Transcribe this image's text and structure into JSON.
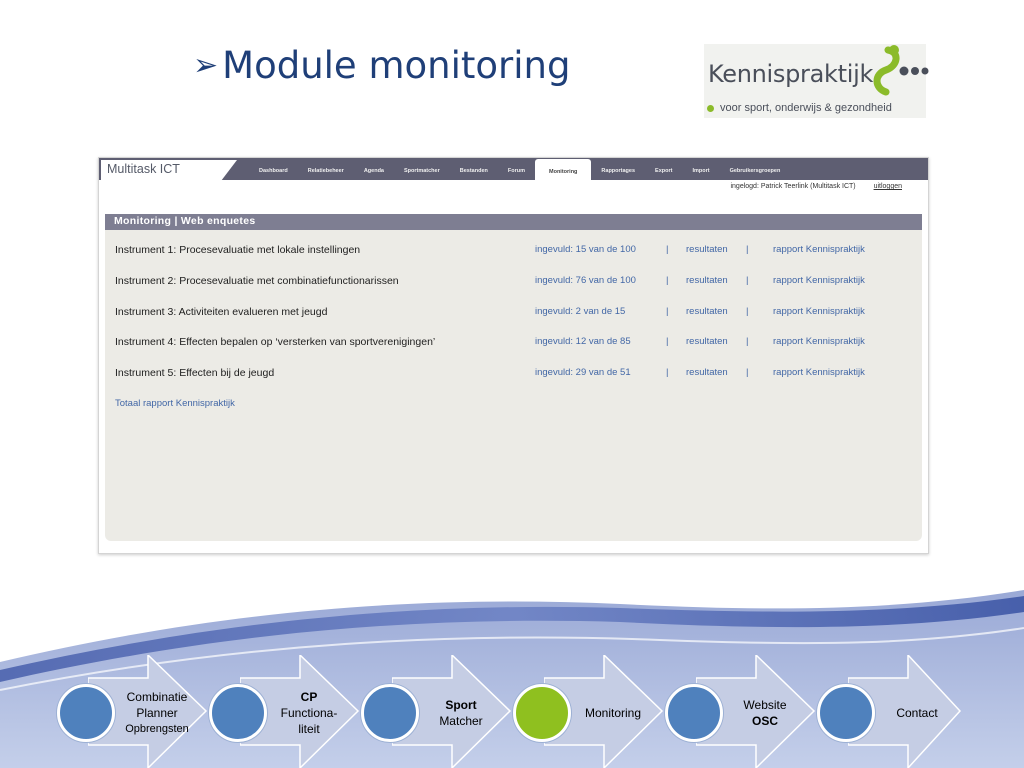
{
  "slide": {
    "title_arrow": "➢",
    "title": "Module monitoring"
  },
  "logo": {
    "name": "Kennispraktijk",
    "tagline": "voor sport, onderwijs & gezondheid",
    "colors": {
      "green": "#8bbb2a",
      "gray": "#4a4f5a"
    }
  },
  "app": {
    "brand": "Multitask ICT",
    "nav": [
      "Dashboard",
      "Relatiebeheer",
      "Agenda",
      "Sportmatcher",
      "Bestanden",
      "Forum",
      "Monitoring",
      "Rapportages",
      "Export",
      "Import",
      "Gebruikersgroepen"
    ],
    "active_nav": "Monitoring",
    "user": "ingelogd: Patrick Teerlink (Multitask ICT)",
    "logout": "uitloggen"
  },
  "panel": {
    "header": "Monitoring | Web enquetes",
    "separator": "|",
    "instruments": [
      {
        "title": "Instrument 1: Procesevaluatie met lokale instellingen",
        "ingevuld": "ingevuld: 15  van de 100",
        "results": "resultaten",
        "report": "rapport Kennispraktijk"
      },
      {
        "title": "Instrument 2: Procesevaluatie met combinatiefunctionarissen",
        "ingevuld": "ingevuld: 76  van de 100",
        "results": "resultaten",
        "report": "rapport Kennispraktijk"
      },
      {
        "title": "Instrument 3: Activiteiten evalueren met jeugd",
        "ingevuld": "ingevuld:  2  van de   15",
        "results": "resultaten",
        "report": "rapport Kennispraktijk"
      },
      {
        "title": "Instrument 4: Effecten bepalen op ‘versterken van sportverenigingen’",
        "ingevuld": "ingevuld: 12  van de  85",
        "results": "resultaten",
        "report": "rapport Kennispraktijk"
      },
      {
        "title": "Instrument 5: Effecten bij de  jeugd",
        "ingevuld": "ingevuld: 29  van de   51",
        "results": "resultaten",
        "report": "rapport Kennispraktijk"
      }
    ],
    "total_report": "Totaal rapport Kennispraktijk"
  },
  "process_steps": [
    {
      "line1": "Combinatie",
      "line2": "Planner",
      "line3": "Opbrengsten",
      "bold": "",
      "active": false
    },
    {
      "line1": "",
      "line2": "Functiona-",
      "line3": "liteit",
      "bold": "CP",
      "active": false
    },
    {
      "line1": "",
      "line2": "Matcher",
      "line3": "",
      "bold": "Sport",
      "active": false
    },
    {
      "line1": "Monitoring",
      "line2": "",
      "line3": "",
      "bold": "",
      "active": true
    },
    {
      "line1": "Website",
      "line2": "",
      "line3": "",
      "bold": "OSC",
      "active": false
    },
    {
      "line1": "Contact",
      "line2": "",
      "line3": "",
      "bold": "",
      "active": false
    }
  ],
  "colors": {
    "title": "#1f3f78",
    "link": "#4267a6",
    "step_circle": "#4f81bd",
    "step_circle_active": "#8fc01f",
    "topbar": "#5e5e72",
    "panel_header": "#7e7e92"
  }
}
